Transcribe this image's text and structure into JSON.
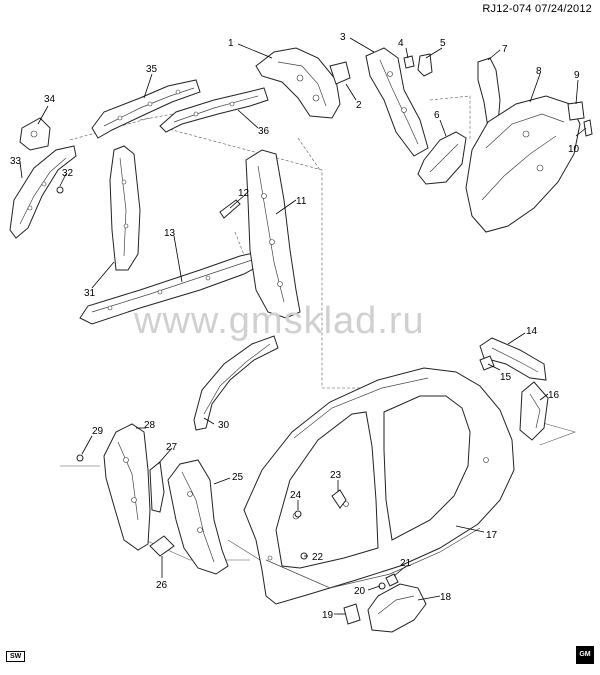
{
  "header": {
    "ref": "RJ12-074",
    "date": "07/24/2012"
  },
  "watermark": "www.gmsklad.ru",
  "badges": {
    "sw": "SW",
    "gm": "GM"
  },
  "callouts": [
    {
      "id": "1",
      "label": "1"
    },
    {
      "id": "2",
      "label": "2"
    },
    {
      "id": "3",
      "label": "3"
    },
    {
      "id": "4",
      "label": "4"
    },
    {
      "id": "5",
      "label": "5"
    },
    {
      "id": "6",
      "label": "6"
    },
    {
      "id": "7",
      "label": "7"
    },
    {
      "id": "8",
      "label": "8"
    },
    {
      "id": "9",
      "label": "9"
    },
    {
      "id": "10",
      "label": "10"
    },
    {
      "id": "11",
      "label": "11"
    },
    {
      "id": "12",
      "label": "12"
    },
    {
      "id": "13",
      "label": "13"
    },
    {
      "id": "14",
      "label": "14"
    },
    {
      "id": "15",
      "label": "15"
    },
    {
      "id": "16",
      "label": "16"
    },
    {
      "id": "17",
      "label": "17"
    },
    {
      "id": "18",
      "label": "18"
    },
    {
      "id": "19",
      "label": "19"
    },
    {
      "id": "20",
      "label": "20"
    },
    {
      "id": "21",
      "label": "21"
    },
    {
      "id": "22",
      "label": "22"
    },
    {
      "id": "23",
      "label": "23"
    },
    {
      "id": "24",
      "label": "24"
    },
    {
      "id": "25",
      "label": "25"
    },
    {
      "id": "26",
      "label": "26"
    },
    {
      "id": "27",
      "label": "27"
    },
    {
      "id": "28",
      "label": "28"
    },
    {
      "id": "29",
      "label": "29"
    },
    {
      "id": "30",
      "label": "30"
    },
    {
      "id": "31",
      "label": "31"
    },
    {
      "id": "32",
      "label": "32"
    },
    {
      "id": "33",
      "label": "33"
    },
    {
      "id": "34",
      "label": "34"
    },
    {
      "id": "35",
      "label": "35"
    },
    {
      "id": "36",
      "label": "36"
    }
  ]
}
